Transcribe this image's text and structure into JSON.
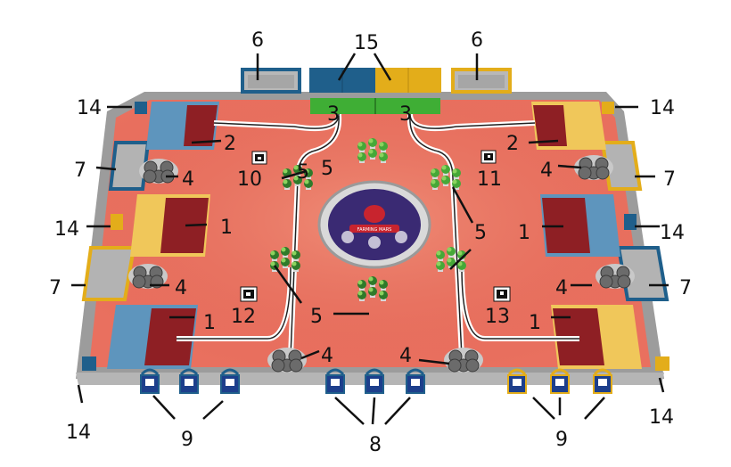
{
  "colors": {
    "field": "#e9705f",
    "field_light": "#f08a74",
    "wall": "#8f8f8f",
    "wall_top": "#b9b9b9",
    "blue": "#1f5f8b",
    "blue_light": "#5e95bd",
    "yellow": "#e3ad1a",
    "yellow_light": "#f0c75a",
    "dark_red": "#8e1f24",
    "green": "#3fae35",
    "line": "#111111"
  },
  "center_logo": {
    "title": "FARMING MARS"
  },
  "callouts": [
    {
      "id": "c6l",
      "label": "6"
    },
    {
      "id": "c15",
      "label": "15"
    },
    {
      "id": "c6r",
      "label": "6"
    },
    {
      "id": "c14tl",
      "label": "14"
    },
    {
      "id": "c14tr",
      "label": "14"
    },
    {
      "id": "c3l",
      "label": "3"
    },
    {
      "id": "c3r",
      "label": "3"
    },
    {
      "id": "c2l",
      "label": "2"
    },
    {
      "id": "c2r",
      "label": "2"
    },
    {
      "id": "c7tl",
      "label": "7"
    },
    {
      "id": "c4tl",
      "label": "4"
    },
    {
      "id": "c10",
      "label": "10"
    },
    {
      "id": "c5tl",
      "label": "5"
    },
    {
      "id": "c11",
      "label": "11"
    },
    {
      "id": "c4tr",
      "label": "4"
    },
    {
      "id": "c7tr",
      "label": "7"
    },
    {
      "id": "c14ml",
      "label": "14"
    },
    {
      "id": "c1ml",
      "label": "1"
    },
    {
      "id": "c5mr",
      "label": "5"
    },
    {
      "id": "c1mr",
      "label": "1"
    },
    {
      "id": "c14mr",
      "label": "14"
    },
    {
      "id": "c7bl",
      "label": "7"
    },
    {
      "id": "c4ml",
      "label": "4"
    },
    {
      "id": "c4mr",
      "label": "4"
    },
    {
      "id": "c7br",
      "label": "7"
    },
    {
      "id": "c12",
      "label": "12"
    },
    {
      "id": "c5bl",
      "label": "5"
    },
    {
      "id": "c5bm",
      "label": "5"
    },
    {
      "id": "c13",
      "label": "13"
    },
    {
      "id": "c1bl",
      "label": "1"
    },
    {
      "id": "c1br",
      "label": "1"
    },
    {
      "id": "c4bl",
      "label": "4"
    },
    {
      "id": "c4br",
      "label": "4"
    },
    {
      "id": "c14bl",
      "label": "14"
    },
    {
      "id": "c14br",
      "label": "14"
    },
    {
      "id": "c9l",
      "label": "9"
    },
    {
      "id": "c8",
      "label": "8"
    },
    {
      "id": "c9r",
      "label": "9"
    }
  ]
}
